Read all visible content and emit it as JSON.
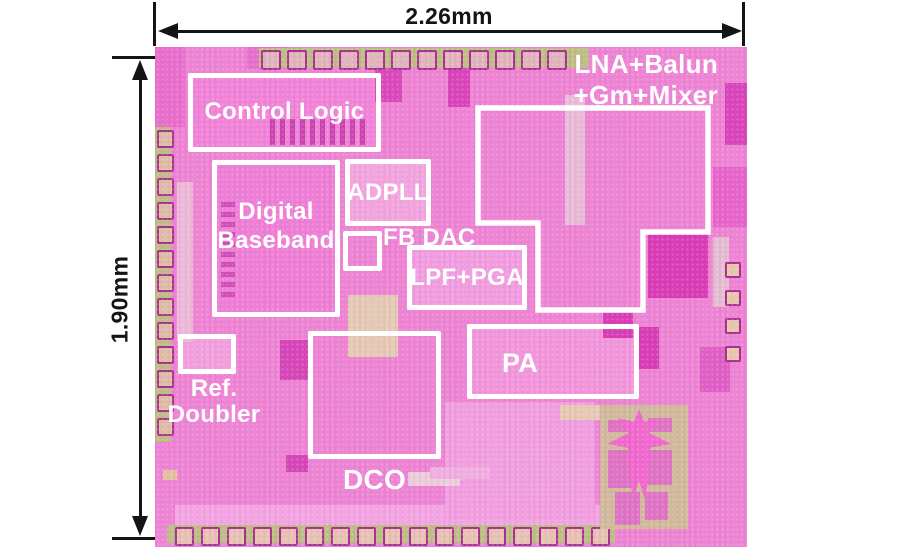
{
  "figure": {
    "width_label": "2.26mm",
    "height_label": "1.90mm"
  },
  "blocks": {
    "control_logic": {
      "label": "Control Logic"
    },
    "digital_baseband": {
      "line1": "Digital",
      "line2": "Baseband"
    },
    "adpll": {
      "label": "ADPLL"
    },
    "fb_dac": {
      "label": "FB DAC"
    },
    "lpf_pga": {
      "label": "LPF+PGA"
    },
    "dco": {
      "label": "DCO"
    },
    "ref_doubler": {
      "line1": "Ref.",
      "line2": "Doubler"
    },
    "pa": {
      "label": "PA"
    },
    "lna_gm_mixer": {
      "line1": "LNA+Balun",
      "line2": "+Gm+Mixer"
    }
  },
  "colors": {
    "die_pink": "#ee84d4",
    "dark_magenta_block": "#d83db6",
    "outline_white": "#ffffff",
    "pad_fill": "#e3bcae",
    "pad_border": "#a8308e",
    "seal_ring_olive": "#bdbf84",
    "inductor_ring_tan": "#cabdb0",
    "inductor_core_cream": "#ecdaae",
    "dimension_black": "#141414"
  }
}
